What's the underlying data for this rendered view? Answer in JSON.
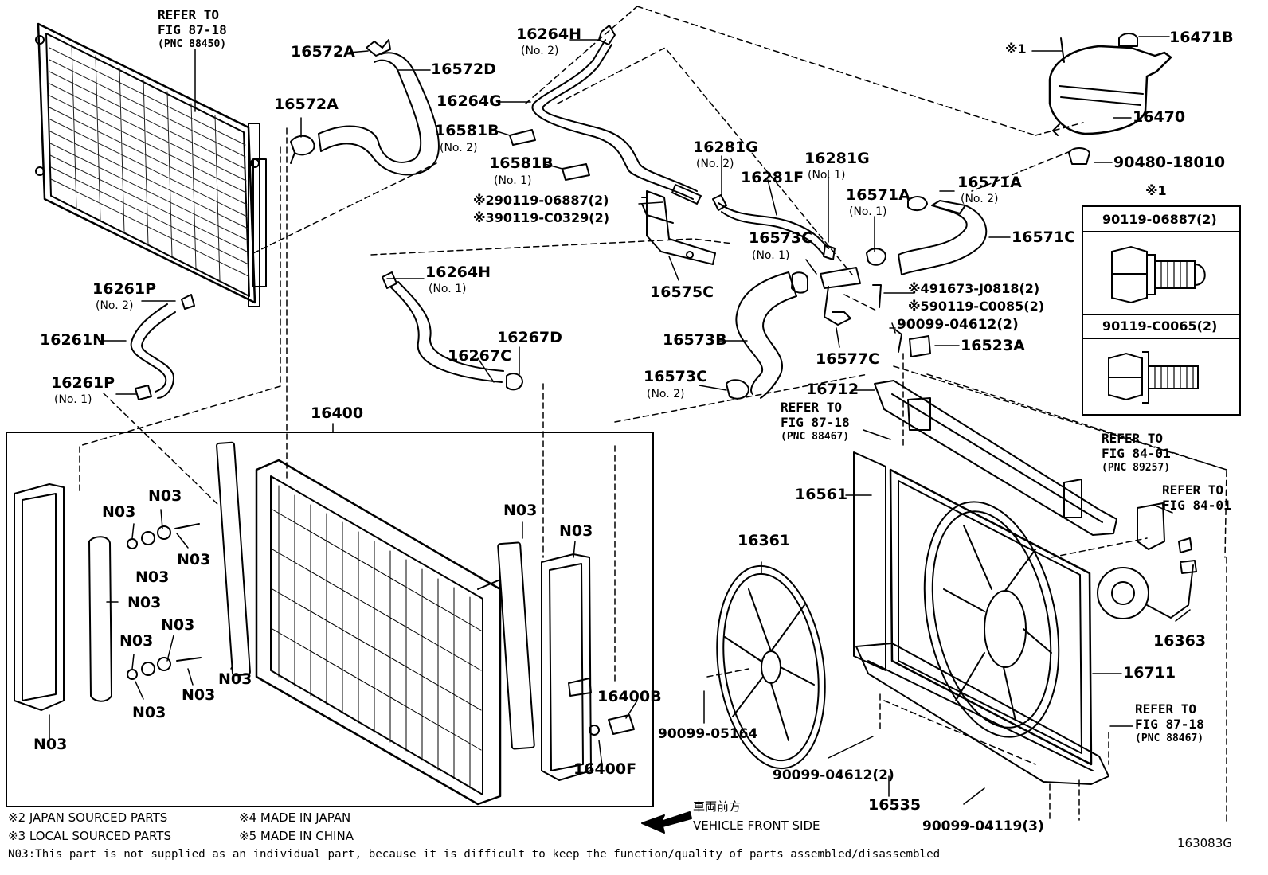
{
  "refs": {
    "fig8718_condenser": {
      "l1": "REFER TO",
      "l2": "FIG 87-18",
      "pnc": "(PNC 88450)"
    },
    "fig8718_radiator_support": {
      "l1": "REFER TO",
      "l2": "FIG 87-18",
      "pnc": "(PNC 88467)"
    },
    "fig8401_relay": {
      "l1": "REFER TO",
      "l2": "FIG 84-01",
      "pnc": "(PNC 89257)"
    },
    "fig8401_motor": {
      "l1": "REFER TO",
      "l2": "FIG 84-01"
    },
    "fig8718_lower": {
      "l1": "REFER TO",
      "l2": "FIG 87-18",
      "pnc": "(PNC 88467)"
    }
  },
  "parts": {
    "p16572A_top": "16572A",
    "p16572D": "16572D",
    "p16572A_mid": "16572A",
    "p16264H_no2": "16264H",
    "p16264G": "16264G",
    "p16581B_no2": "16581B",
    "p16581B_no1": "16581B",
    "p16281G_no2": "16281G",
    "p16281G_no1": "16281G",
    "p16281F": "16281F",
    "p16471B": "16471B",
    "p16470": "16470",
    "p90480": "90480-18010",
    "p16571A_no2": "16571A",
    "p16571A_no1": "16571A",
    "p16571C": "16571C",
    "p16573C_no1": "16573C",
    "p16575C": "16575C",
    "p16264H_no1": "16264H",
    "p16261P_no2": "16261P",
    "p16261N": "16261N",
    "p16261P_no1": "16261P",
    "p16267C": "16267C",
    "p16267D": "16267D",
    "p16573B": "16573B",
    "p16577C": "16577C",
    "p16573C_no2": "16573C",
    "p90099_04612_top": "90099-04612(2)",
    "p16523A": "16523A",
    "p16712": "16712",
    "p16400": "16400",
    "p16561": "16561",
    "p16361": "16361",
    "p16363": "16363",
    "p16711": "16711",
    "p16400B": "16400B",
    "p16400F": "16400F",
    "p90099_05164": "90099-05164",
    "p90099_04612_bot": "90099-04612(2)",
    "p16535": "16535",
    "p90099_04119": "90099-04119(3)"
  },
  "subs": {
    "no2": "(No. 2)",
    "no1": "(No. 1)"
  },
  "marked": {
    "m2": "※290119-06887(2)",
    "m3": "※390119-C0329(2)",
    "m4": "※491673-J0818(2)",
    "m5": "※590119-C0085(2)",
    "m1_bolt": "※1"
  },
  "n03": "N03",
  "legend": {
    "title": "※1",
    "bolt1": "90119-06887(2)",
    "bolt2": "90119-C0065(2)"
  },
  "footnotes": {
    "f2": "※2 JAPAN SOURCED PARTS",
    "f3": "※3 LOCAL SOURCED PARTS",
    "f4": "※4 MADE IN JAPAN",
    "f5": "※5 MADE IN CHINA",
    "front_jp": "車両前方",
    "front_en": "VEHICLE FRONT SIDE",
    "n03_note": "N03:This part is not supplied as an individual part, because it is difficult to keep the function/quality of parts assembled/disassembled",
    "fig_code": "163083G"
  }
}
